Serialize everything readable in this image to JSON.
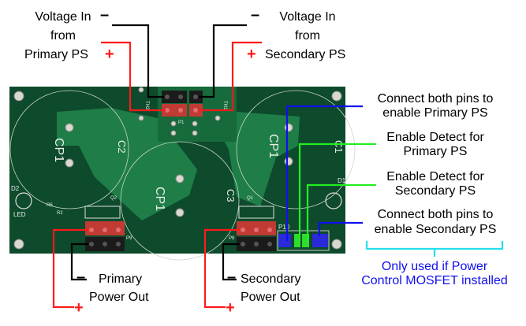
{
  "colors": {
    "positive": "#ff1a1a",
    "negative": "#000000",
    "enable": "#1010ee",
    "detect": "#22ee22",
    "bracket": "#22e0f0",
    "note": "#1010ee",
    "pcb": "#0e4a2c",
    "pour": "#1f7d48"
  },
  "input_primary": {
    "sign_neg": "–",
    "line1": "Voltage In",
    "line2": "from",
    "line3": "Primary PS",
    "sign_pos": "+"
  },
  "input_secondary": {
    "sign_neg": "–",
    "line1": "Voltage In",
    "line2": "from",
    "line3": "Secondary PS",
    "sign_pos": "+"
  },
  "output_primary": {
    "sign_neg": "–",
    "line1": "Primary",
    "line2": "Power Out",
    "sign_pos": "+"
  },
  "output_secondary": {
    "sign_neg": "–",
    "line1": "Secondary",
    "line2": "Power Out",
    "sign_pos": "+"
  },
  "right_labels": [
    {
      "line1": "Connect both pins to",
      "line2": "enable Primary PS"
    },
    {
      "line1": "Enable Detect for",
      "line2": "Primary PS"
    },
    {
      "line1": "Enable Detect for",
      "line2": "Secondary PS"
    },
    {
      "line1": "Connect both pins to",
      "line2": "enable Secondary PS"
    }
  ],
  "note": {
    "line1": "Only used if Power",
    "line2": "Control MOSFET installed"
  },
  "silkscreen": {
    "cp": "CP1",
    "c1": "C1",
    "c2": "C2",
    "c3": "C3",
    "p1": "P1",
    "p8": "P8",
    "p9": "P9",
    "p10": "P10",
    "q1": "Q1",
    "q2": "Q2",
    "led": "LED",
    "d1": "D1",
    "d2": "D2",
    "r2": "R2",
    "r6": "R6",
    "th1": "TH1",
    "th2": "TH2"
  }
}
